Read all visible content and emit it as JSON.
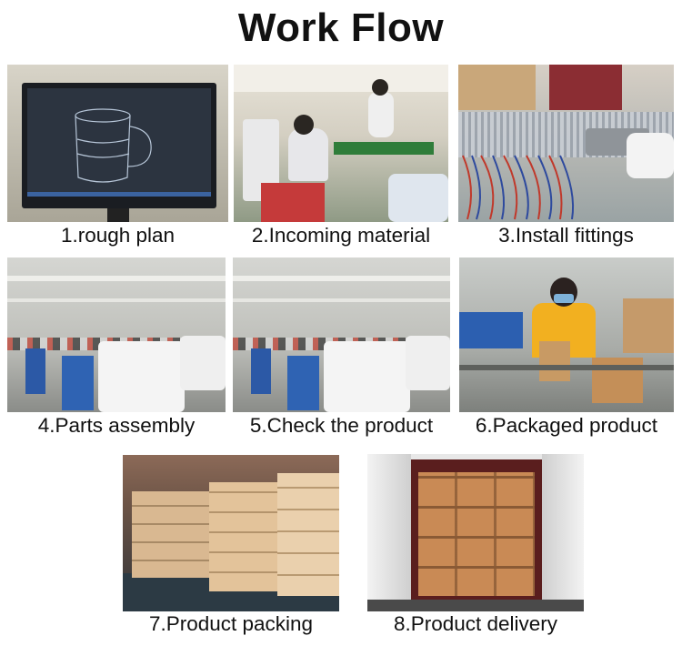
{
  "title": "Work Flow",
  "steps": [
    {
      "caption": "1.rough plan",
      "scene": "computer monitor showing CAD drawing of a mug"
    },
    {
      "caption": "2.Incoming material",
      "scene": "workers sorting materials at tables"
    },
    {
      "caption": "3.Install fittings",
      "scene": "wired components and tray on workbench"
    },
    {
      "caption": "4.Parts assembly",
      "scene": "factory assembly hall"
    },
    {
      "caption": "5.Check the product",
      "scene": "factory assembly hall"
    },
    {
      "caption": "6.Packaged product",
      "scene": "worker packing products into boxes"
    },
    {
      "caption": "7.Product packing",
      "scene": "stacked cartons in warehouse"
    },
    {
      "caption": "8.Product delivery",
      "scene": "container loaded with cartons"
    }
  ]
}
